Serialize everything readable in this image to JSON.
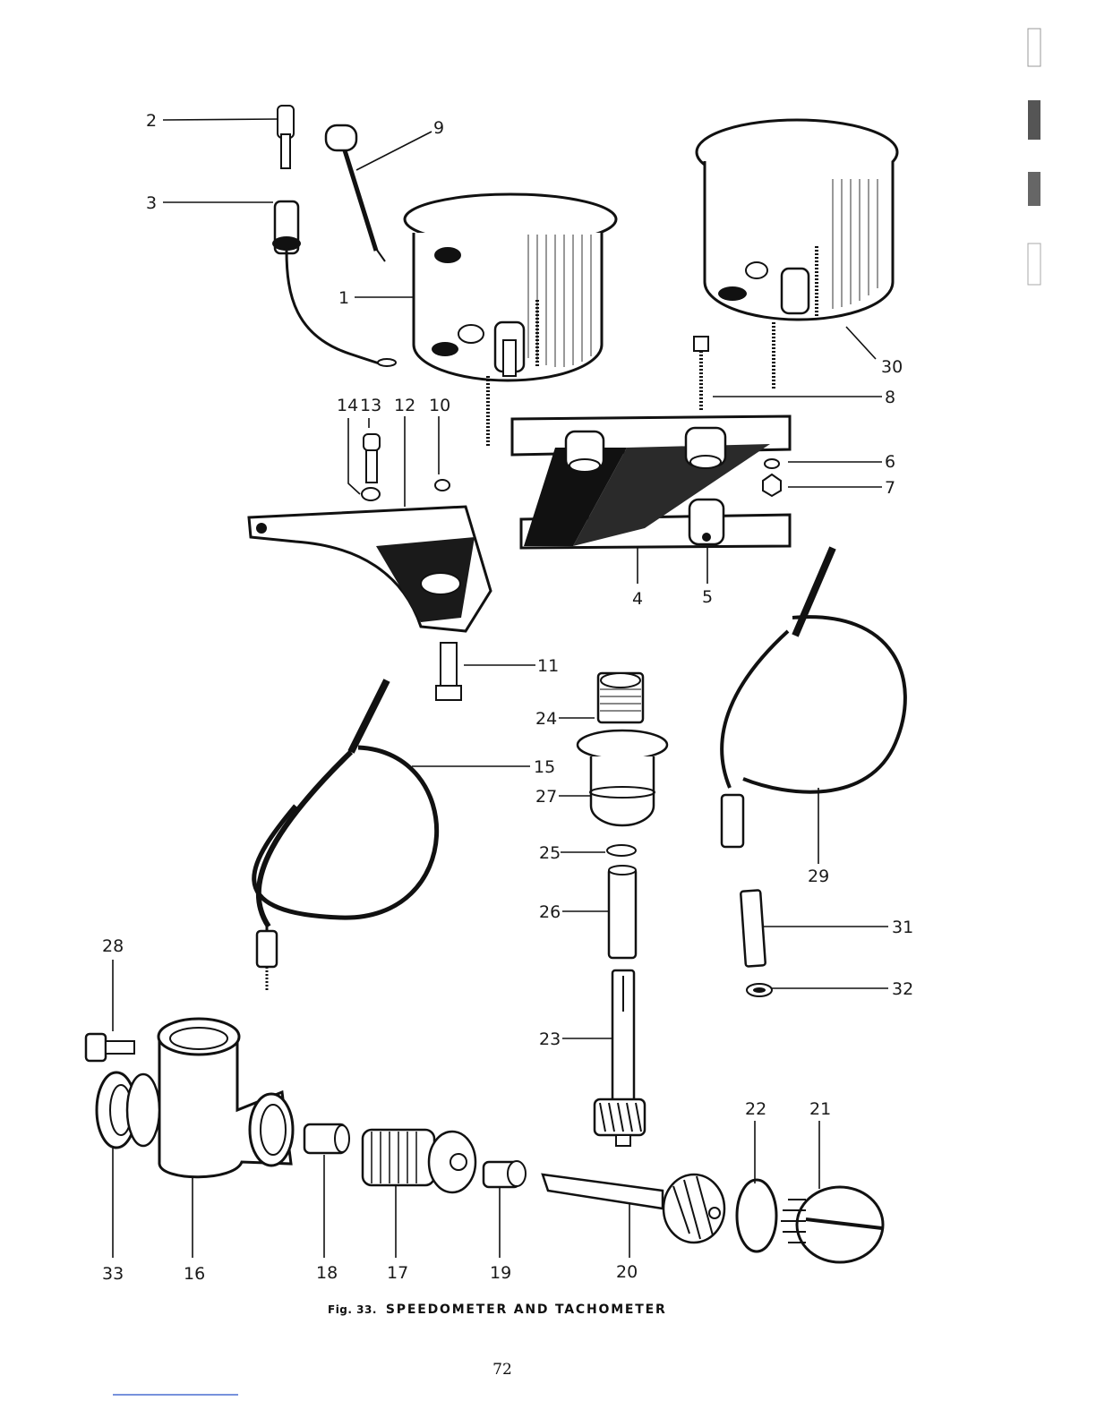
{
  "figure": {
    "caption_number": "Fig. 33.",
    "caption_text": "SPEEDOMETER AND TACHOMETER",
    "callouts": [
      "1",
      "2",
      "3",
      "4",
      "5",
      "6",
      "7",
      "8",
      "9",
      "10",
      "11",
      "12",
      "13",
      "14",
      "15",
      "16",
      "17",
      "18",
      "19",
      "20",
      "21",
      "22",
      "23",
      "24",
      "25",
      "26",
      "27",
      "28",
      "29",
      "30",
      "31",
      "32",
      "33"
    ]
  },
  "page": {
    "number": "72"
  }
}
